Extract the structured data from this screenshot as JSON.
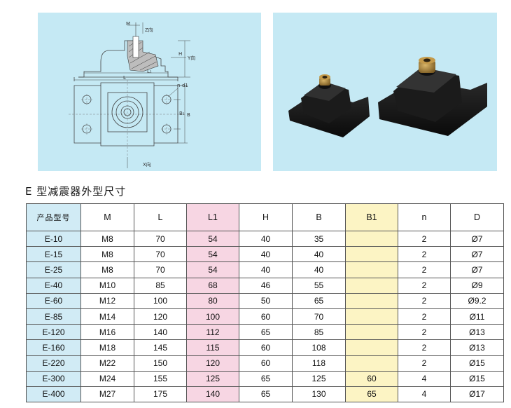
{
  "drawing": {
    "labels": {
      "m": "M",
      "z": "Z向",
      "h": "H",
      "y": "Y向",
      "l1": "L₁",
      "l": "L",
      "nd1": "n-d1",
      "b1": "B₁",
      "b": "B",
      "x": "X向"
    }
  },
  "section_title": "E 型减震器外型尺寸",
  "table": {
    "headers": [
      "产品型号",
      "M",
      "L",
      "L1",
      "H",
      "B",
      "B1",
      "n",
      "D"
    ],
    "rows": [
      [
        "E-10",
        "M8",
        "70",
        "54",
        "40",
        "35",
        "",
        "2",
        "Ø7"
      ],
      [
        "E-15",
        "M8",
        "70",
        "54",
        "40",
        "40",
        "",
        "2",
        "Ø7"
      ],
      [
        "E-25",
        "M8",
        "70",
        "54",
        "40",
        "40",
        "",
        "2",
        "Ø7"
      ],
      [
        "E-40",
        "M10",
        "85",
        "68",
        "46",
        "55",
        "",
        "2",
        "Ø9"
      ],
      [
        "E-60",
        "M12",
        "100",
        "80",
        "50",
        "65",
        "",
        "2",
        "Ø9.2"
      ],
      [
        "E-85",
        "M14",
        "120",
        "100",
        "60",
        "70",
        "",
        "2",
        "Ø11"
      ],
      [
        "E-120",
        "M16",
        "140",
        "112",
        "65",
        "85",
        "",
        "2",
        "Ø13"
      ],
      [
        "E-160",
        "M18",
        "145",
        "115",
        "60",
        "108",
        "",
        "2",
        "Ø13"
      ],
      [
        "E-220",
        "M22",
        "150",
        "120",
        "60",
        "118",
        "",
        "2",
        "Ø15"
      ],
      [
        "E-300",
        "M24",
        "155",
        "125",
        "65",
        "125",
        "60",
        "4",
        "Ø15"
      ],
      [
        "E-400",
        "M27",
        "175",
        "140",
        "65",
        "130",
        "65",
        "4",
        "Ø17"
      ]
    ]
  },
  "colors": {
    "panel_bg": "#c5e9f4",
    "model_col": "#d1ebf5",
    "l1_col": "#f7d6e3",
    "b1_col": "#fcf4c4"
  }
}
